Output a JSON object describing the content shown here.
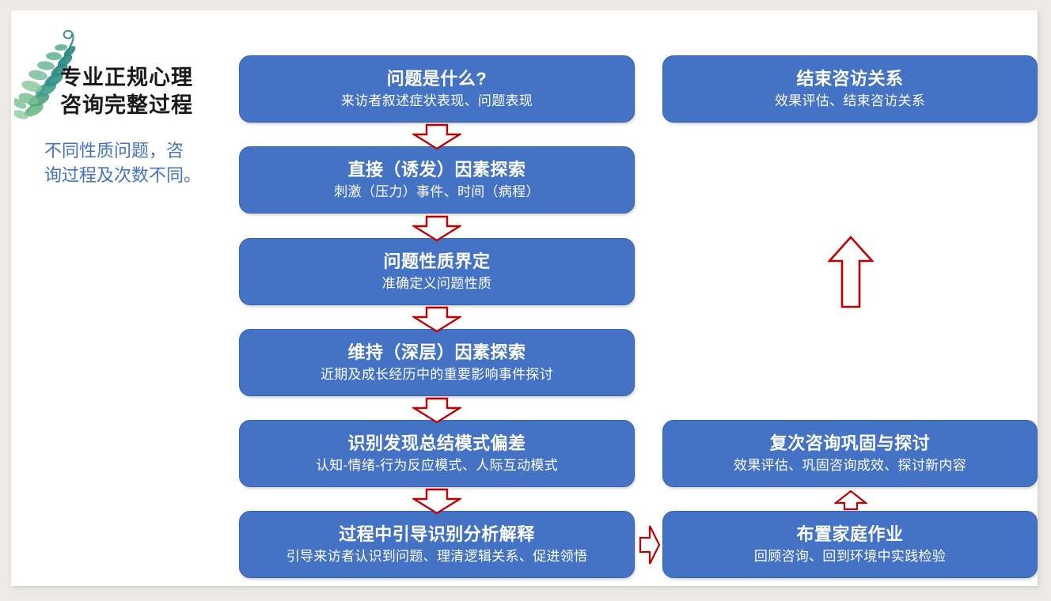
{
  "panel": {
    "title_line1": "专业正规心理",
    "title_line2": "咨询完整过程",
    "subtitle_line1": "不同性质问题，咨",
    "subtitle_line2": "询过程及次数不同。",
    "decoration_icon": "leaf-branch-icon"
  },
  "colors": {
    "box_fill": "#4472C4",
    "box_border": "#3a63ad",
    "box_text": "#FFFFFF",
    "arrow_stroke": "#C00000",
    "subtitle_text": "#4472C4",
    "title_text": "#1A1A1A",
    "page_background": "#FFFFFF",
    "frame_background": "#ECEAE6"
  },
  "flow": {
    "left_column": [
      {
        "id": "l1",
        "title": "问题是什么?",
        "subtitle": "来访者叙述症状表现、问题表现"
      },
      {
        "id": "l2",
        "title": "直接（诱发）因素探索",
        "subtitle": "刺激（压力）事件、时间（病程）"
      },
      {
        "id": "l3",
        "title": "问题性质界定",
        "subtitle": "准确定义问题性质"
      },
      {
        "id": "l4",
        "title": "维持（深层）因素探索",
        "subtitle": "近期及成长经历中的重要影响事件探讨"
      },
      {
        "id": "l5",
        "title": "识别发现总结模式偏差",
        "subtitle": "认知-情绪-行为反应模式、人际互动模式"
      },
      {
        "id": "l6",
        "title": "过程中引导识别分析解释",
        "subtitle": "引导来访者认识到问题、理清逻辑关系、促进领悟"
      }
    ],
    "right_column": [
      {
        "id": "r1",
        "title": "结束咨访关系",
        "subtitle": "效果评估、结束咨访关系"
      },
      {
        "id": "r2",
        "title": "复次咨询巩固与探讨",
        "subtitle": "效果评估、巩固咨询成效、探讨新内容"
      },
      {
        "id": "r3",
        "title": "布置家庭作业",
        "subtitle": "回顾咨询、回到环境中实践检验"
      }
    ],
    "connectors": [
      {
        "id": "d1",
        "icon": "arrow-down-icon",
        "from": "l1",
        "to": "l2"
      },
      {
        "id": "d2",
        "icon": "arrow-down-icon",
        "from": "l2",
        "to": "l3"
      },
      {
        "id": "d3",
        "icon": "arrow-down-icon",
        "from": "l3",
        "to": "l4"
      },
      {
        "id": "d4",
        "icon": "arrow-down-icon",
        "from": "l4",
        "to": "l5"
      },
      {
        "id": "d5",
        "icon": "arrow-down-icon",
        "from": "l5",
        "to": "l6"
      },
      {
        "id": "r-right",
        "icon": "arrow-right-icon",
        "from": "l6",
        "to": "r3"
      },
      {
        "id": "r-small-up",
        "icon": "arrow-up-icon",
        "from": "r3",
        "to": "r2"
      },
      {
        "id": "r-big-up",
        "icon": "arrow-up-large-icon",
        "from": "r2",
        "to": "r1"
      }
    ]
  }
}
